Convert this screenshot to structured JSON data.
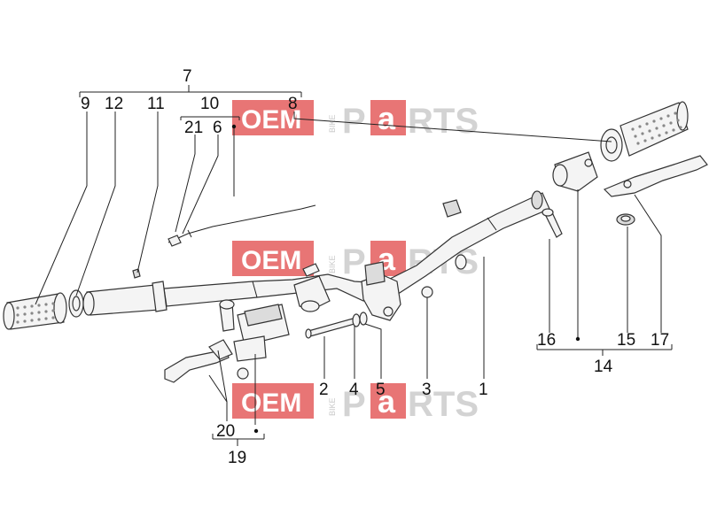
{
  "callouts": {
    "c7": "7",
    "c9": "9",
    "c12": "12",
    "c11": "11",
    "c10": "10",
    "c8": "8",
    "c21": "21",
    "c6": "6",
    "c16": "16",
    "c15": "15",
    "c17": "17",
    "c14": "14",
    "c2": "2",
    "c4": "4",
    "c5": "5",
    "c3": "3",
    "c1": "1",
    "c20": "20",
    "c19": "19"
  },
  "watermark": {
    "oem": "OEM",
    "bike": "BIKE",
    "p": "P",
    "a": "a",
    "rts": "RTS",
    "color_accent": "#e87575"
  }
}
